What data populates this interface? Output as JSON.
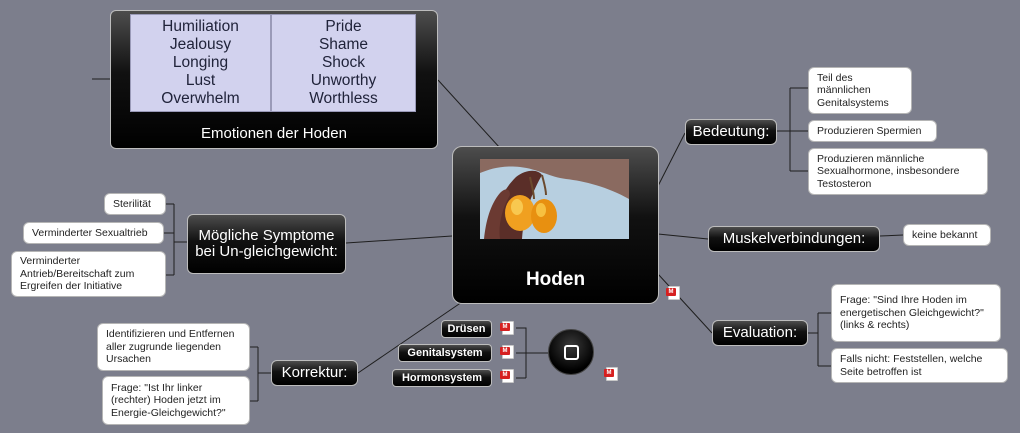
{
  "central": {
    "title": "Hoden"
  },
  "emotions": {
    "title": "Emotionen der Hoden",
    "left": [
      "Humiliation",
      "Jealousy",
      "Longing",
      "Lust",
      "Overwhelm"
    ],
    "right": [
      "Pride",
      "Shame",
      "Shock",
      "Unworthy",
      "Worthless"
    ]
  },
  "bedeutung": {
    "label": "Bedeutung:",
    "items": [
      "Teil des männlichen Genitalsystems",
      "Produzieren Spermien",
      "Produzieren männliche Sexualhormone, insbesondere Testosteron"
    ]
  },
  "muskel": {
    "label": "Muskelverbindungen:",
    "items": [
      "keine bekannt"
    ]
  },
  "evaluation": {
    "label": "Evaluation:",
    "items": [
      "Frage: \"Sind Ihre Hoden im energetischen Gleichgewicht?\" (links & rechts)",
      "Falls nicht: Feststellen, welche Seite betroffen ist"
    ]
  },
  "symptome": {
    "label": "Mögliche Symptome bei Un-gleichgewicht:",
    "items": [
      "Sterilität",
      "Verminderter Sexualtrieb",
      "Verminderter Antrieb/Bereitschaft zum Ergreifen der Initiative"
    ]
  },
  "korrektur": {
    "label": "Korrektur:",
    "items": [
      "Identifizieren und Entfernen aller zugrunde liegenden Ursachen",
      "Frage: \"Ist Ihr linker (rechter) Hoden jetzt im Energie-Gleichgewicht?\""
    ]
  },
  "links": {
    "items": [
      "Drüsen",
      "Genitalsystem",
      "Hormonsystem"
    ]
  },
  "icons": {
    "mindmap": "mindmap-file-icon",
    "stop": "stop-button-icon"
  },
  "colors": {
    "background": "#7c7e8c",
    "node": "#000000",
    "panel": "#d2d2ee"
  }
}
